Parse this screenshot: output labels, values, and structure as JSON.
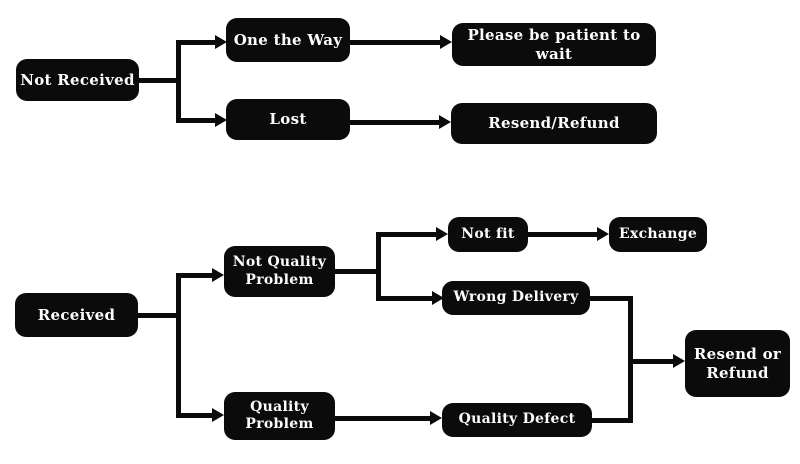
{
  "diagram": {
    "type": "flowchart",
    "nodes": {
      "not_received": {
        "label": "Not Received"
      },
      "one_the_way": {
        "label": "One the Way"
      },
      "lost": {
        "label": "Lost"
      },
      "please_wait": {
        "label": "Please be patient to wait"
      },
      "resend_refund": {
        "label": "Resend/Refund"
      },
      "received": {
        "label": "Received"
      },
      "not_quality_problem": {
        "label": "Not Quality\nProblem"
      },
      "quality_problem": {
        "label": "Quality\nProblem"
      },
      "not_fit": {
        "label": "Not fit"
      },
      "exchange": {
        "label": "Exchange"
      },
      "wrong_delivery": {
        "label": "Wrong Delivery"
      },
      "quality_defect": {
        "label": "Quality Defect"
      },
      "resend_or_refund": {
        "label": "Resend or\nRefund"
      }
    },
    "edges": [
      {
        "from": "Not Received",
        "to": "One the Way"
      },
      {
        "from": "Not Received",
        "to": "Lost"
      },
      {
        "from": "One the Way",
        "to": "Please be patient to wait"
      },
      {
        "from": "Lost",
        "to": "Resend/Refund"
      },
      {
        "from": "Received",
        "to": "Not Quality Problem"
      },
      {
        "from": "Received",
        "to": "Quality Problem"
      },
      {
        "from": "Not Quality Problem",
        "to": "Not fit"
      },
      {
        "from": "Not Quality Problem",
        "to": "Wrong Delivery"
      },
      {
        "from": "Not fit",
        "to": "Exchange"
      },
      {
        "from": "Wrong Delivery",
        "to": "Resend or Refund"
      },
      {
        "from": "Quality Problem",
        "to": "Quality Defect"
      },
      {
        "from": "Quality Defect",
        "to": "Resend or Refund"
      }
    ],
    "colors": {
      "node_bg": "#0b0b0b",
      "node_text": "#fdfdfd",
      "line": "#0b0b0b",
      "background": "#ffffff"
    }
  }
}
